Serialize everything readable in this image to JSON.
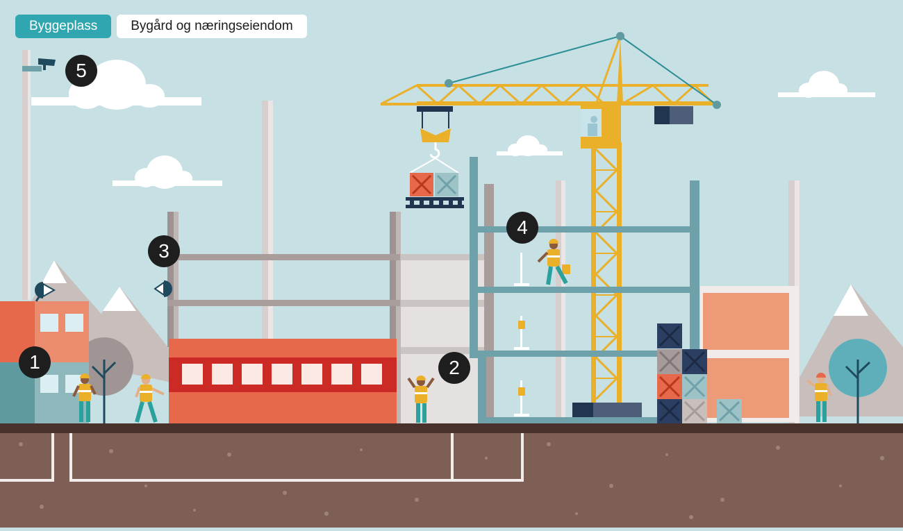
{
  "tabs": [
    {
      "label": "Byggeplass",
      "active": true
    },
    {
      "label": "Bygård og næringseiendom",
      "active": false
    }
  ],
  "markers": [
    {
      "label": "1",
      "target": "site-office"
    },
    {
      "label": "2",
      "target": "entrance"
    },
    {
      "label": "3",
      "target": "frame-structure"
    },
    {
      "label": "4",
      "target": "building-floors"
    },
    {
      "label": "5",
      "target": "surveillance-camera"
    }
  ],
  "colors": {
    "sky": "#c6e0e3",
    "accent": "#2fa6b0",
    "crane": "#eab029",
    "steel": "#6fa1ab",
    "orange": "#e5694a",
    "red": "#cc2a25",
    "soil": "#7e5f55",
    "ground_line": "#4a322c"
  }
}
